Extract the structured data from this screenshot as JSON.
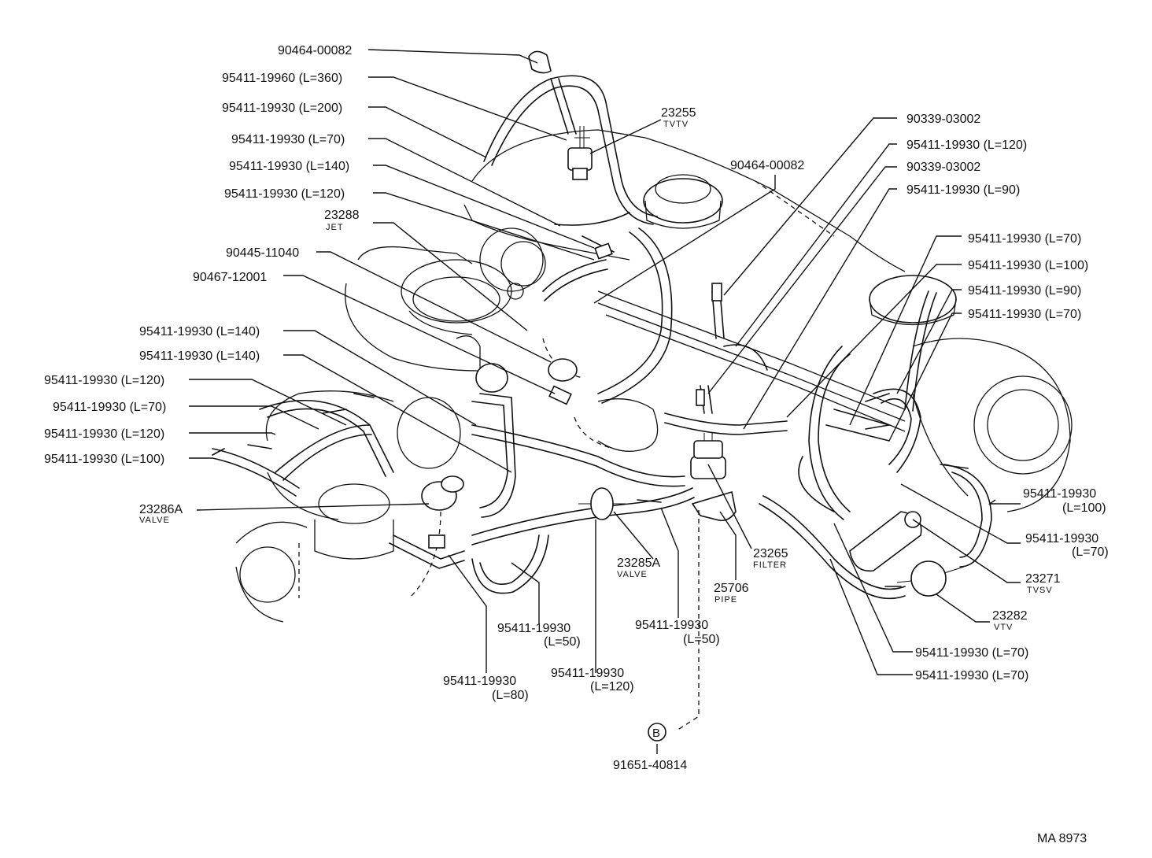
{
  "drawing_number": "MA 8973",
  "callouts": [
    {
      "id": "c1",
      "part": "90464-00082",
      "sub": "",
      "spec": ""
    },
    {
      "id": "c2",
      "part": "95411-19960",
      "sub": "",
      "spec": "(L=360)"
    },
    {
      "id": "c3",
      "part": "95411-19930",
      "sub": "",
      "spec": "(L=200)"
    },
    {
      "id": "c4",
      "part": "95411-19930",
      "sub": "",
      "spec": "(L=70)"
    },
    {
      "id": "c5",
      "part": "95411-19930",
      "sub": "",
      "spec": "(L=140)"
    },
    {
      "id": "c6",
      "part": "95411-19930",
      "sub": "",
      "spec": "(L=120)"
    },
    {
      "id": "c7",
      "part": "23288",
      "sub": "JET",
      "spec": ""
    },
    {
      "id": "c8",
      "part": "90445-11040",
      "sub": "",
      "spec": ""
    },
    {
      "id": "c9",
      "part": "90467-12001",
      "sub": "",
      "spec": ""
    },
    {
      "id": "c10",
      "part": "95411-19930",
      "sub": "",
      "spec": "(L=140)"
    },
    {
      "id": "c11",
      "part": "95411-19930",
      "sub": "",
      "spec": "(L=140)"
    },
    {
      "id": "c12",
      "part": "95411-19930",
      "sub": "",
      "spec": "(L=120)"
    },
    {
      "id": "c13",
      "part": "95411-19930",
      "sub": "",
      "spec": "(L=70)"
    },
    {
      "id": "c14",
      "part": "95411-19930",
      "sub": "",
      "spec": "(L=120)"
    },
    {
      "id": "c15",
      "part": "95411-19930",
      "sub": "",
      "spec": "(L=100)"
    },
    {
      "id": "c16",
      "part": "23286A",
      "sub": "VALVE",
      "spec": ""
    },
    {
      "id": "c17",
      "part": "23255",
      "sub": "TVTV",
      "spec": ""
    },
    {
      "id": "c18",
      "part": "90464-00082",
      "sub": "",
      "spec": ""
    },
    {
      "id": "c19",
      "part": "90339-03002",
      "sub": "",
      "spec": ""
    },
    {
      "id": "c20",
      "part": "95411-19930",
      "sub": "",
      "spec": "(L=120)"
    },
    {
      "id": "c21",
      "part": "90339-03002",
      "sub": "",
      "spec": ""
    },
    {
      "id": "c22",
      "part": "95411-19930",
      "sub": "",
      "spec": "(L=90)"
    },
    {
      "id": "c23",
      "part": "95411-19930",
      "sub": "",
      "spec": "(L=70)"
    },
    {
      "id": "c24",
      "part": "95411-19930",
      "sub": "",
      "spec": "(L=100)"
    },
    {
      "id": "c25",
      "part": "95411-19930",
      "sub": "",
      "spec": "(L=90)"
    },
    {
      "id": "c26",
      "part": "95411-19930",
      "sub": "",
      "spec": "(L=70)"
    },
    {
      "id": "c27",
      "part": "95411-19930",
      "sub": "",
      "spec": "(L=100)"
    },
    {
      "id": "c28",
      "part": "95411-19930",
      "sub": "",
      "spec": "(L=70)"
    },
    {
      "id": "c29",
      "part": "23271",
      "sub": "TVSV",
      "spec": ""
    },
    {
      "id": "c30",
      "part": "23282",
      "sub": "VTV",
      "spec": ""
    },
    {
      "id": "c31",
      "part": "95411-19930",
      "sub": "",
      "spec": "(L=70)"
    },
    {
      "id": "c32",
      "part": "95411-19930",
      "sub": "",
      "spec": "(L=70)"
    },
    {
      "id": "c33",
      "part": "23265",
      "sub": "FILTER",
      "spec": ""
    },
    {
      "id": "c34",
      "part": "25706",
      "sub": "PIPE",
      "spec": ""
    },
    {
      "id": "c35",
      "part": "23285A",
      "sub": "VALVE",
      "spec": ""
    },
    {
      "id": "c36",
      "part": "95411-19930",
      "sub": "",
      "spec": "(L=50)"
    },
    {
      "id": "c37",
      "part": "95411-19930",
      "sub": "",
      "spec": "(L=50)"
    },
    {
      "id": "c38",
      "part": "95411-19930",
      "sub": "",
      "spec": "(L=120)"
    },
    {
      "id": "c39",
      "part": "95411-19930",
      "sub": "",
      "spec": "(L=80)"
    },
    {
      "id": "c40",
      "part": "91651-40814",
      "sub": "",
      "spec": ""
    }
  ],
  "reference_marker": "B"
}
